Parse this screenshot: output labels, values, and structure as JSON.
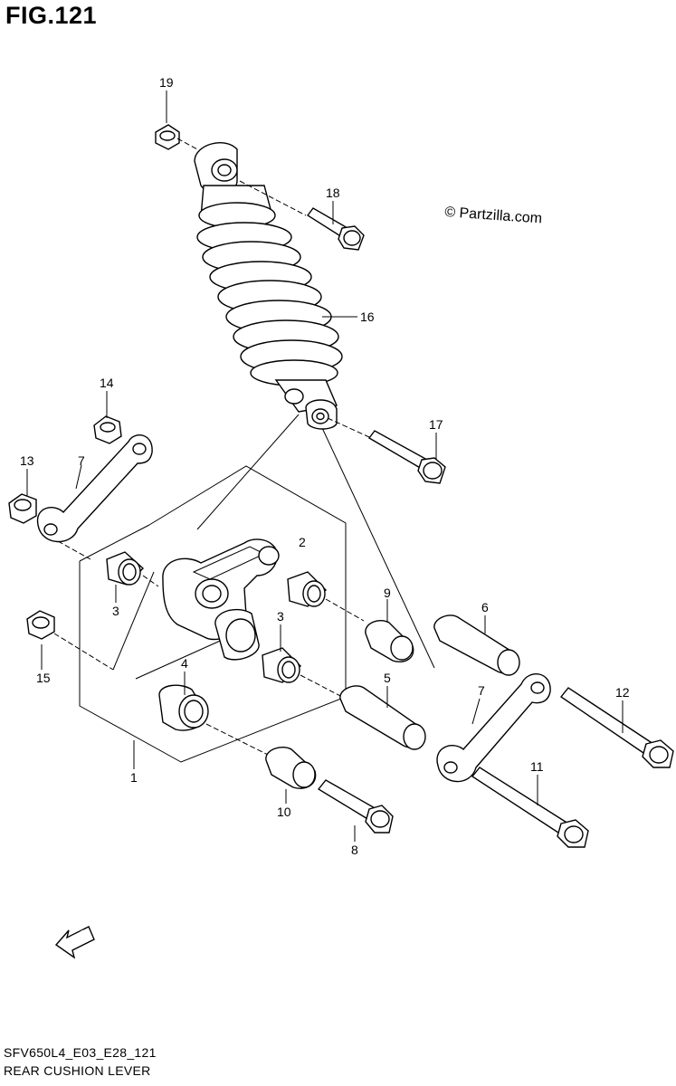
{
  "figure": {
    "title": "FIG.121",
    "copyright": "© Partzilla.com",
    "code": "SFV650L4_E03_E28_121",
    "name": "REAR CUSHION LEVER",
    "fwd_label": "FWD"
  },
  "callouts": {
    "c1": "1",
    "c2": "2",
    "c3a": "3",
    "c3b": "3",
    "c4": "4",
    "c5": "5",
    "c6": "6",
    "c7a": "7",
    "c7b": "7",
    "c8": "8",
    "c9": "9",
    "c10": "10",
    "c11": "11",
    "c12": "12",
    "c13": "13",
    "c14": "14",
    "c15": "15",
    "c16": "16",
    "c17": "17",
    "c18": "18",
    "c19": "19"
  }
}
